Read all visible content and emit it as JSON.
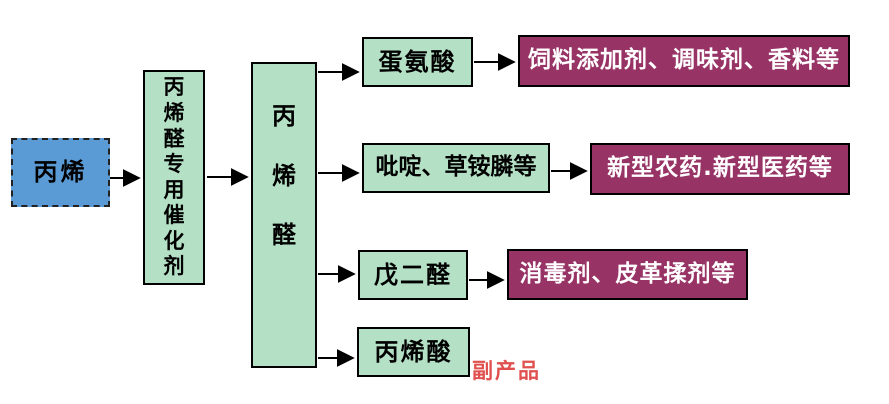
{
  "diagram": {
    "background": "#ffffff",
    "colors": {
      "reactant_fill": "#5b9bd5",
      "intermediate_fill": "#b4e0c5",
      "product_fill": "#983365",
      "product_text": "#ffffff",
      "note_text": "#e0504e",
      "arrow": "#000000"
    },
    "nodes": {
      "propylene": {
        "label": "丙烯",
        "type": "reactant"
      },
      "catalyst": {
        "label": "丙烯醛专用催化剂",
        "type": "process"
      },
      "acrolein": {
        "label": "丙烯醛",
        "type": "intermediate"
      },
      "methionine": {
        "label": "蛋氨酸",
        "type": "derivative"
      },
      "pyridine": {
        "label": "吡啶、草铵膦等",
        "type": "derivative"
      },
      "glutaraldehyde": {
        "label": "戊二醛",
        "type": "derivative"
      },
      "acrylic_acid": {
        "label": "丙烯酸",
        "type": "derivative"
      },
      "feed_additives": {
        "label": "饲料添加剂、调味剂、香料等",
        "type": "application"
      },
      "new_pesticides": {
        "label": "新型农药.新型医药等",
        "type": "application"
      },
      "disinfectants": {
        "label": "消毒剂、皮革揉剂等",
        "type": "application"
      },
      "byproduct_note": {
        "label": "副产品",
        "type": "annotation"
      }
    },
    "edges": [
      {
        "from": "propylene",
        "to": "catalyst"
      },
      {
        "from": "catalyst",
        "to": "acrolein"
      },
      {
        "from": "acrolein",
        "to": "methionine"
      },
      {
        "from": "acrolein",
        "to": "pyridine"
      },
      {
        "from": "acrolein",
        "to": "glutaraldehyde"
      },
      {
        "from": "acrolein",
        "to": "acrylic_acid"
      },
      {
        "from": "methionine",
        "to": "feed_additives"
      },
      {
        "from": "pyridine",
        "to": "new_pesticides"
      },
      {
        "from": "glutaraldehyde",
        "to": "disinfectants"
      }
    ]
  }
}
